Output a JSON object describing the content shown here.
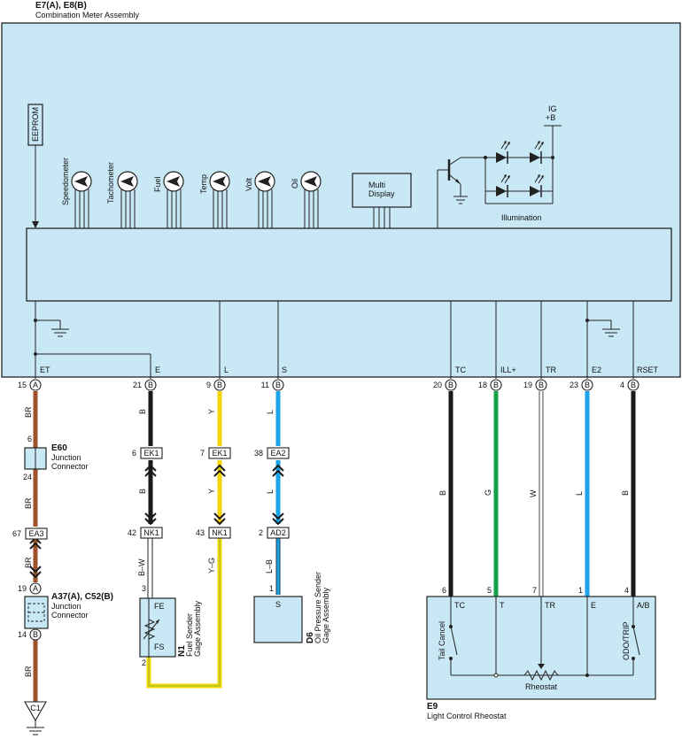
{
  "meter": {
    "code": "E7(A), E8(B)",
    "name": "Combination Meter Assembly",
    "eeprom": "EEPROM",
    "gauges": [
      "Speedometer",
      "Tachometer",
      "Fuel",
      "Temp",
      "Volt",
      "Oil"
    ],
    "multi_display": [
      "Multi",
      "Display"
    ],
    "power": [
      "IG",
      "+B"
    ],
    "illumination": "Illumination",
    "terminals": [
      "ET",
      "E",
      "L",
      "S",
      "TC",
      "ILL+",
      "TR",
      "E2",
      "RSET"
    ]
  },
  "connector_pins": [
    {
      "num": "15",
      "conn": "A"
    },
    {
      "num": "21",
      "conn": "B"
    },
    {
      "num": "9",
      "conn": "B"
    },
    {
      "num": "11",
      "conn": "B"
    },
    {
      "num": "20",
      "conn": "B"
    },
    {
      "num": "18",
      "conn": "B"
    },
    {
      "num": "19",
      "conn": "B"
    },
    {
      "num": "23",
      "conn": "B"
    },
    {
      "num": "4",
      "conn": "B"
    }
  ],
  "wire_colors": {
    "et": [
      "BR",
      "BR",
      "BR",
      "BR"
    ],
    "e": [
      "B",
      "B",
      "B–W"
    ],
    "l": [
      "Y",
      "Y",
      "Y–G"
    ],
    "s": [
      "L",
      "L",
      "L–B"
    ],
    "rheostat": [
      "B",
      "G",
      "W",
      "L",
      "B"
    ]
  },
  "inline_connectors": {
    "ek1_e": {
      "label": "EK1",
      "pin": "6"
    },
    "ek1_l": {
      "label": "EK1",
      "pin": "7"
    },
    "ea2": {
      "label": "EA2",
      "pin": "38"
    },
    "nk1_e": {
      "label": "NK1",
      "pin": "42"
    },
    "nk1_l": {
      "label": "NK1",
      "pin": "43"
    },
    "ad2": {
      "label": "AD2",
      "pin": "2"
    },
    "ea3": {
      "label": "EA3",
      "pin": "67"
    }
  },
  "e60": {
    "code": "E60",
    "name_lines": [
      "Junction",
      "Connector"
    ],
    "pin_top": "6",
    "pin_bottom": "24"
  },
  "a37": {
    "code": "A37(A), C52(B)",
    "name_lines": [
      "Junction",
      "Connector"
    ],
    "pin_top": "19",
    "conn_top": "A",
    "pin_bottom": "14",
    "conn_bottom": "B"
  },
  "ground_c1": "C1",
  "fuel_sender": {
    "code": "N1",
    "name_lines": [
      "Fuel Sender",
      "Gage Assembly"
    ],
    "terminal_top": "FE",
    "terminal_bottom": "FS",
    "pin_top": "3",
    "pin_bottom": "2"
  },
  "oil_sender": {
    "code": "D6",
    "name_lines": [
      "Oil Pressure Sender",
      "Gage Assembly"
    ],
    "terminal": "S",
    "pin": "1"
  },
  "rheostat": {
    "code": "E9",
    "name": "Light Control Rheostat",
    "pins": [
      "6",
      "5",
      "7",
      "1",
      "4"
    ],
    "terminals": [
      "TC",
      "T",
      "TR",
      "E",
      "A/B"
    ],
    "tail_cancel": "Tail Cancel",
    "odo_trip": "ODO/TRIP",
    "rheostat_label": "Rheostat"
  },
  "colors": {
    "brown": "#a0522d",
    "black": "#1a1a1a",
    "yellow": "#f5d400",
    "blue": "#1aa3e8",
    "green": "#12a34a",
    "box_fill": "#c9e8f5",
    "yellow_green": "#a6cc2e"
  }
}
